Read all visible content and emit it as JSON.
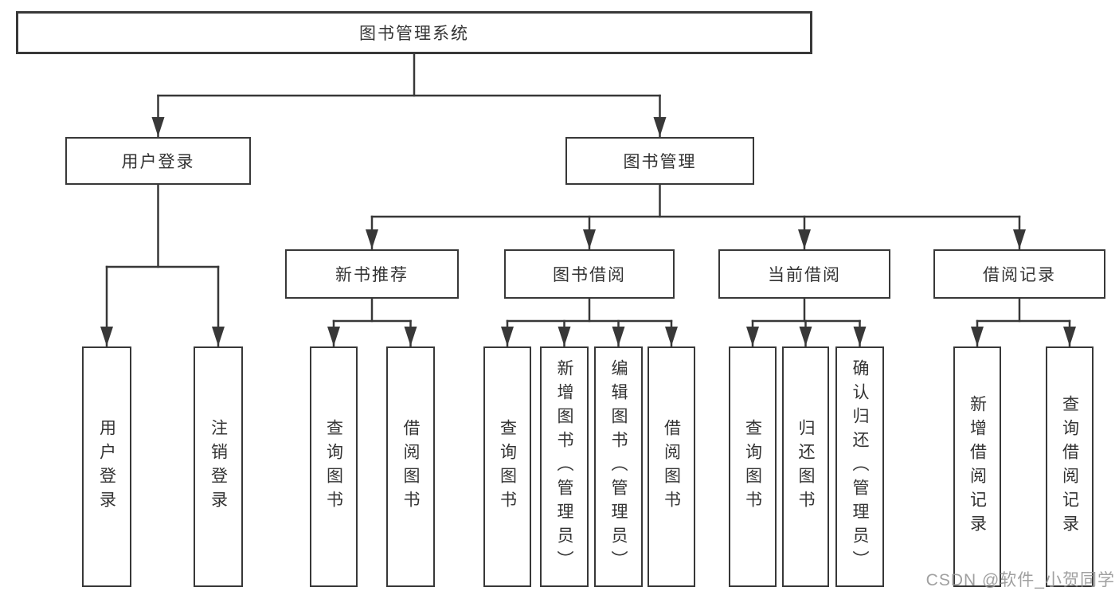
{
  "diagram": {
    "root": "图书管理系统",
    "level2": {
      "user_login": "用户登录",
      "book_management": "图书管理"
    },
    "level3": {
      "new_book_recommend": "新书推荐",
      "book_borrow": "图书借阅",
      "current_borrow": "当前借阅",
      "borrow_records": "借阅记录"
    },
    "leaves": {
      "user_login": "用户登录",
      "logout": "注销登录",
      "query_books_1": "查询图书",
      "borrow_books_1": "借阅图书",
      "query_books_2": "查询图书",
      "add_books_admin": "新增图书（管理员）",
      "edit_books_admin": "编辑图书（管理员）",
      "borrow_books_2": "借阅图书",
      "query_books_3": "查询图书",
      "return_books": "归还图书",
      "confirm_return_admin": "确认归还（管理员）",
      "add_borrow_record": "新增借阅记录",
      "query_borrow_record": "查询借阅记录"
    }
  },
  "watermark": {
    "text": "CSDN @软件_小贺同学"
  },
  "colors": {
    "line": "#383838",
    "box_border": "#383838",
    "text": "#333333",
    "background": "#ffffff",
    "watermark": "#969696"
  }
}
